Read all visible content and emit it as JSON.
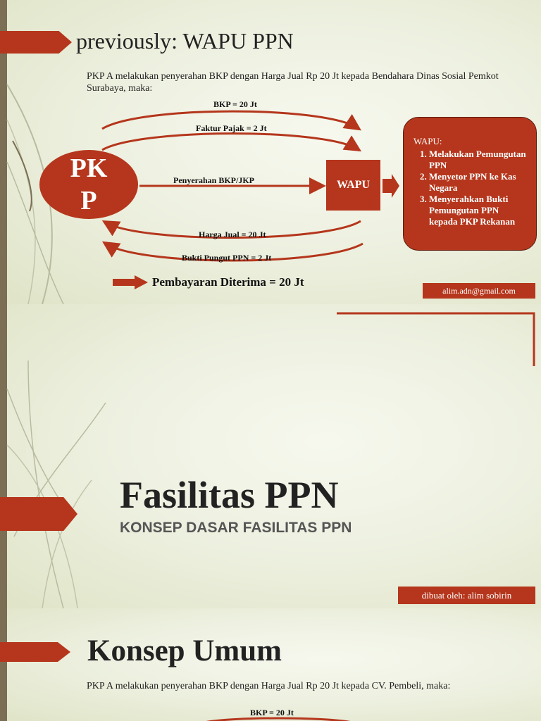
{
  "slide1": {
    "title": "previously: WAPU PPN",
    "intro": "PKP A melakukan penyerahan BKP dengan Harga Jual Rp 20 Jt kepada Bendahara Dinas Sosial Pemkot Surabaya, maka:",
    "flow_labels": {
      "bkp": "BKP = 20 Jt",
      "faktur": "Faktur Pajak = 2 Jt",
      "penyerahan": "Penyerahan BKP/JKP",
      "harga_jual": "Harga Jual = 20 Jt",
      "bukti": "Bukti Pungut PPN = 2 Jt"
    },
    "pkp_label": "PKP",
    "wapu_label": "WAPU",
    "callout": {
      "heading": "WAPU:",
      "items": [
        "Melakukan Pemungutan PPN",
        "Menyetor PPN ke Kas Negara",
        "Menyerahkan Bukti Pemungutan PPN kepada PKP Rekanan"
      ]
    },
    "payment": "Pembayaran Diterima = 20 Jt",
    "email": "alim.adn@gmail.com"
  },
  "slide2": {
    "title": "Fasilitas PPN",
    "subtitle": "KONSEP DASAR FASILITAS PPN",
    "author": "dibuat oleh: alim sobirin"
  },
  "slide3": {
    "title": "Konsep Umum",
    "intro": "PKP A melakukan penyerahan BKP dengan Harga Jual Rp 20 Jt kepada CV. Pembeli, maka:",
    "bkp": "BKP = 20 Jt"
  },
  "colors": {
    "accent": "#b5361c",
    "left_bar": "#7b6e55",
    "text": "#222222"
  }
}
